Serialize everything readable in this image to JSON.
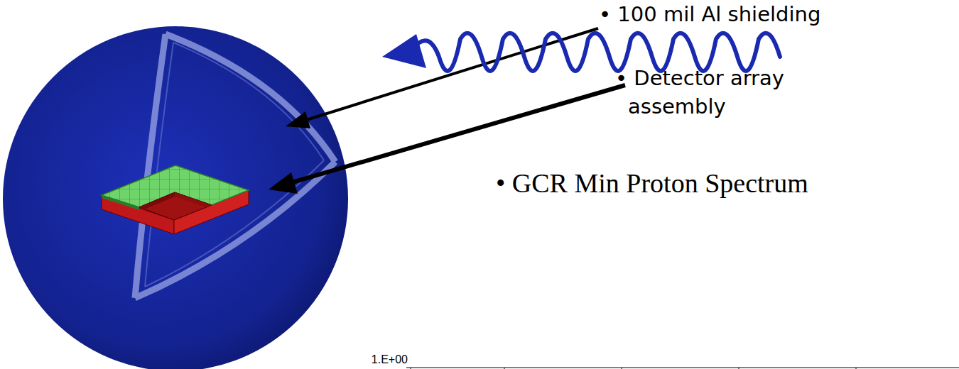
{
  "diagram": {
    "labels": [
      "• 100 mil Al shielding",
      "• Detector array assembly",
      "• GCR Min Proton Spectrum",
      "1.E+00"
    ]
  }
}
